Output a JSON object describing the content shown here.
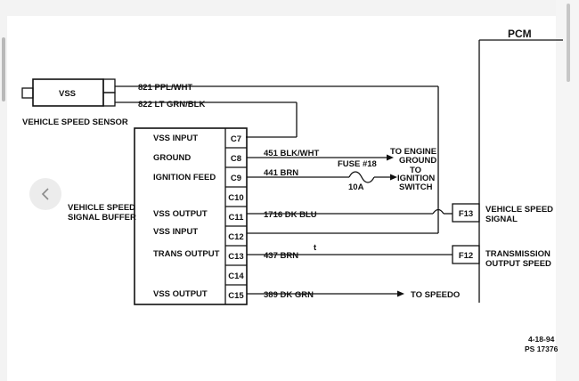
{
  "diagram": {
    "pcm_label": "PCM",
    "vss": {
      "label": "VSS",
      "caption": "VEHICLE SPEED SENSOR"
    },
    "buffer": {
      "caption_line1": "VEHICLE SPEED",
      "caption_line2": "SIGNAL BUFFER",
      "pins": [
        {
          "pin": "C7",
          "label": "VSS INPUT"
        },
        {
          "pin": "C8",
          "label": "GROUND"
        },
        {
          "pin": "C9",
          "label": "IGNITION FEED"
        },
        {
          "pin": "C10",
          "label": ""
        },
        {
          "pin": "C11",
          "label": "VSS OUTPUT"
        },
        {
          "pin": "C12",
          "label": "VSS INPUT"
        },
        {
          "pin": "C13",
          "label": "TRANS OUTPUT"
        },
        {
          "pin": "C14",
          "label": ""
        },
        {
          "pin": "C15",
          "label": "VSS OUTPUT"
        }
      ]
    },
    "wires": {
      "vss_top": "821 PPL/WHT",
      "vss_bottom": "822 LT GRN/BLK",
      "c8": "451 BLK/WHT",
      "c9": "441 BRN",
      "c11": "1716 DK BLU",
      "c13": "437 BRN",
      "c15": "389 DK GRN"
    },
    "ground_dest": [
      "TO ENGINE",
      "GROUND"
    ],
    "fuse": {
      "label": "FUSE #18",
      "rating": "10A"
    },
    "ignition_dest": [
      "TO",
      "IGNITION",
      "SWITCH"
    ],
    "speedo_dest": "TO SPEEDO",
    "twist_mark": "t",
    "pcm_pins": [
      {
        "pin": "F13",
        "label_line1": "VEHICLE SPEED",
        "label_line2": "SIGNAL"
      },
      {
        "pin": "F12",
        "label_line1": "TRANSMISSION",
        "label_line2": "OUTPUT SPEED"
      }
    ],
    "stamp": {
      "date": "4-18-94",
      "code": "PS 17376"
    }
  }
}
